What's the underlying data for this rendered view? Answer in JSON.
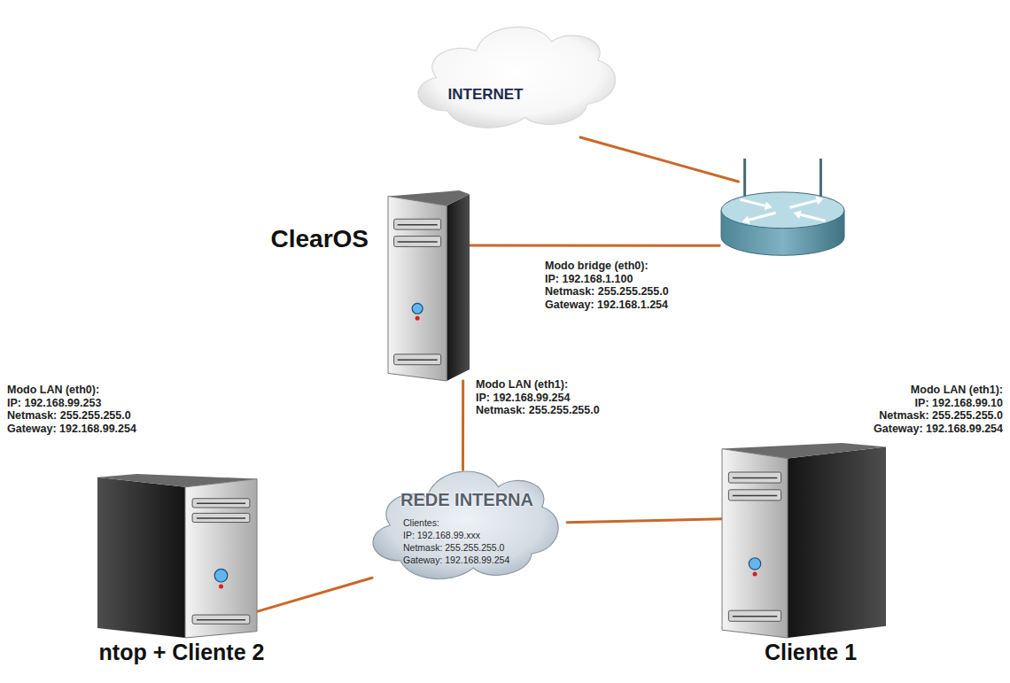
{
  "diagram": {
    "nodes": [
      {
        "text": [
          "INTERNET"
        ]
      },
      {
        "text": []
      },
      {
        "text": [
          "ClearOS"
        ]
      },
      {
        "text": [
          "REDE INTERNA",
          "Clientes:",
          "IP: 192.168.99.xxx",
          "Netmask: 255.255.255.0",
          "Gateway: 192.168.99.254"
        ]
      },
      {
        "text": [
          "ntop + Cliente 2"
        ]
      },
      {
        "text": [
          "Cliente 1"
        ]
      }
    ],
    "edges": [
      {
        "from": 0,
        "to": 1,
        "arrow": "none"
      },
      {
        "from": 1,
        "to": 2,
        "arrow": "none"
      },
      {
        "from": 2,
        "to": 3,
        "arrow": "none"
      },
      {
        "from": 3,
        "to": 5,
        "arrow": "none"
      },
      {
        "from": 3,
        "to": 4,
        "arrow": "none"
      }
    ],
    "labels": [
      "Modo bridge (eth0):",
      "IP: 192.168.1.100",
      "Netmask: 255.255.255.0",
      "Gateway: 192.168.1.254",
      "Modo LAN (eth1):",
      "IP: 192.168.99.254",
      "Netmask: 255.255.255.0",
      "Modo LAN (eth0):",
      "IP: 192.168.99.253",
      "Netmask: 255.255.255.0",
      "Gateway: 192.168.99.254",
      "Modo LAN (eth1):",
      "IP: 192.168.99.10",
      "Netmask: 255.255.255.0",
      "Gateway: 192.168.99.254"
    ]
  }
}
